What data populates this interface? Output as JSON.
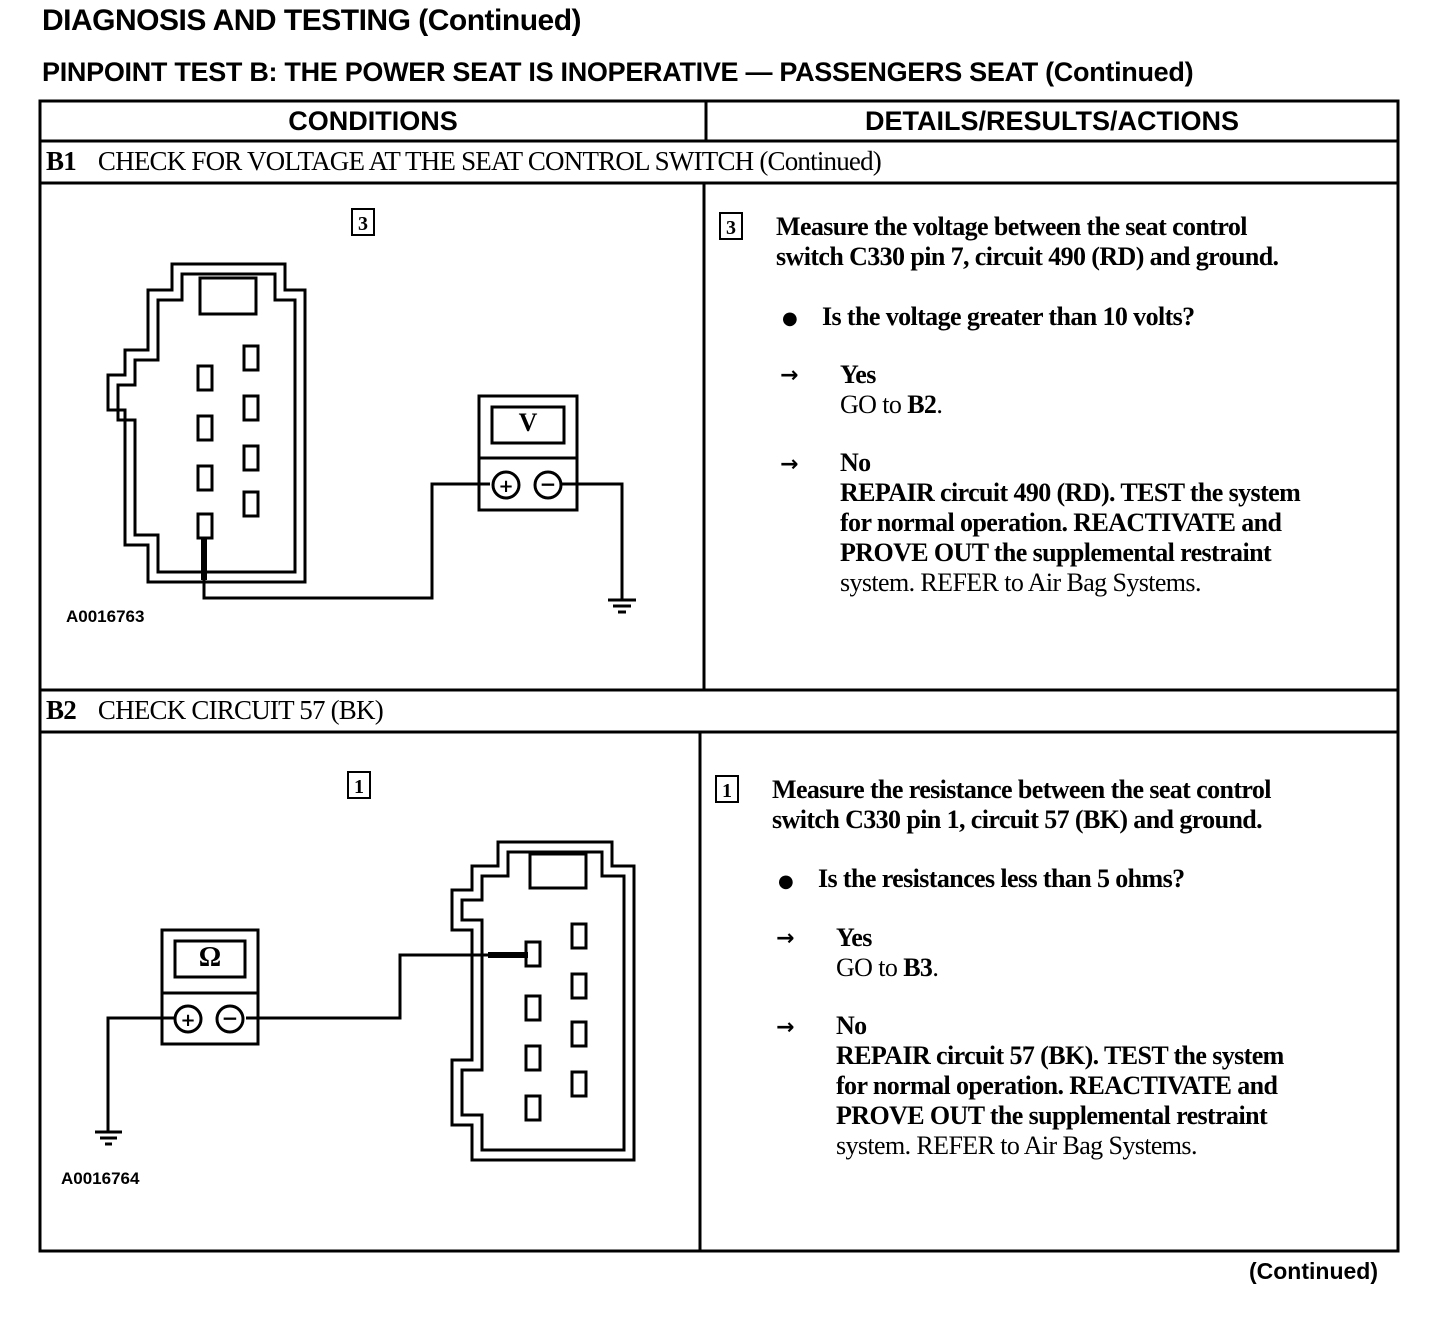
{
  "header": {
    "title": "DIAGNOSIS AND TESTING (Continued)",
    "subtitle": "PINPOINT TEST B:  THE POWER SEAT IS INOPERATIVE — PASSENGERS SEAT (Continued)"
  },
  "table": {
    "col_conditions": "CONDITIONS",
    "col_details": "DETAILS/RESULTS/ACTIONS"
  },
  "steps": [
    {
      "id": "B1",
      "title": "CHECK FOR VOLTAGE AT THE SEAT CONTROL SWITCH (Continued)",
      "figure_step": "3",
      "figure_id": "A0016763",
      "meter_symbol": "V",
      "detail_step": "3",
      "instruction_line1": "Measure the voltage between the seat control",
      "instruction_line2": "switch C330 pin 7, circuit 490 (RD) and ground.",
      "question": "Is the voltage greater than 10 volts?",
      "yes_label": "Yes",
      "yes_action_prefix": "GO to ",
      "yes_action_target": "B2",
      "yes_action_suffix": ".",
      "no_label": "No",
      "no_line1": "REPAIR circuit 490 (RD). TEST the system",
      "no_line2": "for normal operation. REACTIVATE and",
      "no_line3": "PROVE OUT the supplemental restraint",
      "no_line4": "system. REFER to Air Bag Systems."
    },
    {
      "id": "B2",
      "title": "CHECK CIRCUIT 57 (BK)",
      "figure_step": "1",
      "figure_id": "A0016764",
      "meter_symbol": "Ω",
      "detail_step": "1",
      "instruction_line1": "Measure the resistance between the seat control",
      "instruction_line2": "switch C330 pin 1, circuit 57 (BK) and ground.",
      "question": "Is the resistances less than 5 ohms?",
      "yes_label": "Yes",
      "yes_action_prefix": "GO to ",
      "yes_action_target": "B3",
      "yes_action_suffix": ".",
      "no_label": "No",
      "no_line1": "REPAIR circuit 57 (BK). TEST the system",
      "no_line2": "for normal operation. REACTIVATE and",
      "no_line3": "PROVE OUT the supplemental restraint",
      "no_line4": "system. REFER to Air Bag Systems."
    }
  ],
  "footer": {
    "continued": "(Continued)"
  }
}
